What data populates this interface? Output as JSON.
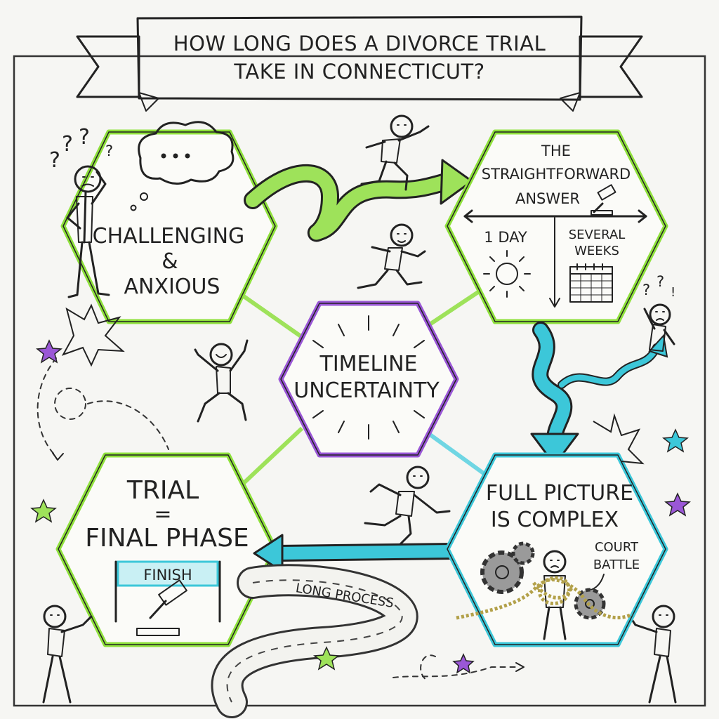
{
  "title": {
    "line1": "HOW LONG DOES A DIVORCE TRIAL",
    "line2": "TAKE IN CONNECTICUT?"
  },
  "hexagons": {
    "challenging": {
      "line1": "CHALLENGING",
      "line2": "&",
      "line3": "ANXIOUS"
    },
    "answer": {
      "line1": "THE",
      "line2": "STRAIGHTFORWARD",
      "line3": "ANSWER",
      "left_label": "1 DAY",
      "right_label_1": "SEVERAL",
      "right_label_2": "WEEKS"
    },
    "timeline": {
      "line1": "TIMELINE",
      "line2": "UNCERTAINTY"
    },
    "trial": {
      "line1": "TRIAL",
      "line2": "=",
      "line3": "FINAL PHASE",
      "finish": "FINISH"
    },
    "complex": {
      "line1": "FULL PICTURE",
      "line2": "IS COMPLEX",
      "note_1": "COURT",
      "note_2": "BATTLE"
    }
  },
  "road_label": "LONG PROCESS",
  "colors": {
    "green": "#8fe13c",
    "purple": "#9a57d6",
    "cyan": "#3cc7d9",
    "ink": "#222222",
    "paper": "#f6f6f3"
  },
  "icons": [
    "question-marks-icon",
    "thought-bubble-icon",
    "gavel-icon",
    "sun-icon",
    "calendar-icon",
    "gears-icon",
    "rope-icon",
    "star-icon",
    "finish-banner-icon",
    "stick-figure-icon"
  ]
}
